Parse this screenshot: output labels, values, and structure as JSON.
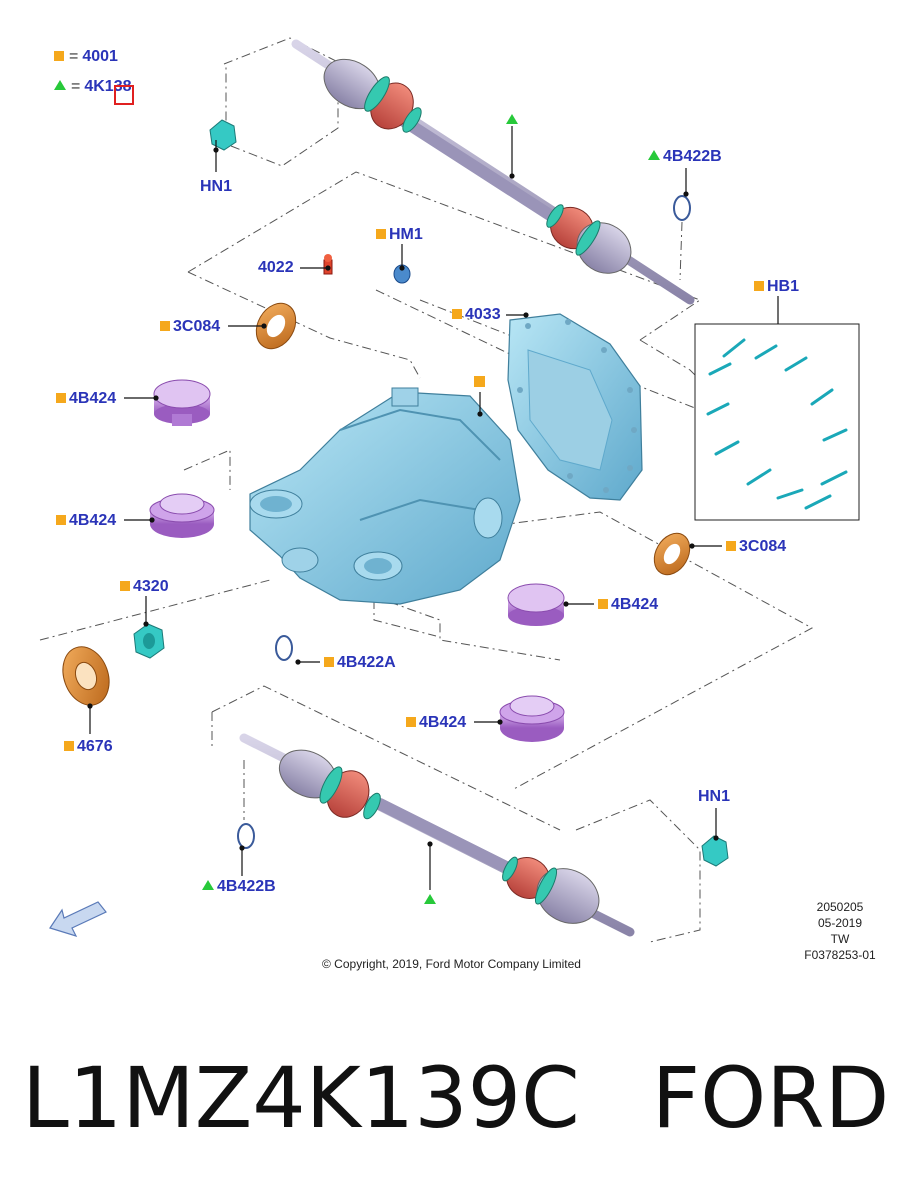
{
  "legend": [
    {
      "marker": "square",
      "code": "4001"
    },
    {
      "marker": "triangle",
      "code": "4K138"
    }
  ],
  "colors": {
    "label_blue": "#2a34b8",
    "square_marker": "#f5a81c",
    "triangle_marker": "#27c93a",
    "housing_blue": "#8fcfe6",
    "purple_part": "#c48ee0",
    "orange_seal": "#e58a2a",
    "teal_part": "#35c9c4",
    "highlight_red": "#e02020"
  },
  "labels": {
    "hn1_top": "HN1",
    "b422b_top": "4B422B",
    "hm1": "HM1",
    "p4022": "4022",
    "hb1": "HB1",
    "c084_left": "3C084",
    "p4033": "4033",
    "b424_1": "4B424",
    "b424_2": "4B424",
    "c084_right": "3C084",
    "p4320": "4320",
    "b424_3": "4B424",
    "b422a": "4B422A",
    "b424_4": "4B424",
    "p4676": "4676",
    "hn1_bottom": "HN1",
    "b422b_bottom": "4B422B"
  },
  "meta": {
    "line1": "2050205",
    "line2": "05-2019",
    "line3": "TW",
    "line4": "F0378253-01",
    "copyright": "© Copyright, 2019, Ford Motor Company Limited"
  },
  "caption": {
    "part_number": "L1MZ4K139C",
    "brand": "FORD"
  }
}
